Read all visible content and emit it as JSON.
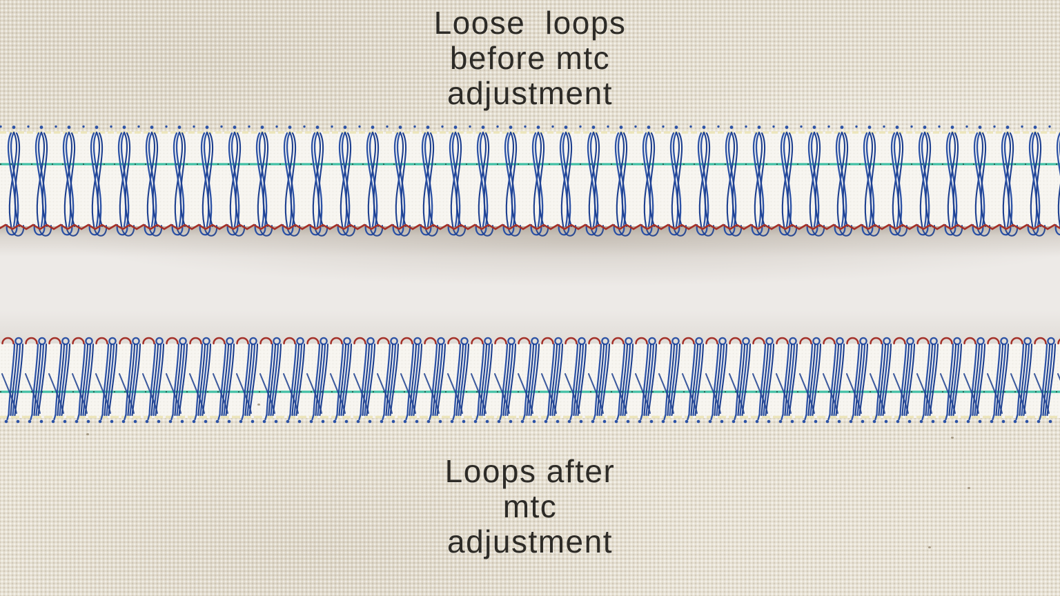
{
  "photo": {
    "description": "Close-up photograph of overlock (serger) stitching along two white fabric edges laid on cream woven muslin, comparing looper thread tension before and after mtc adjustment"
  },
  "captions": {
    "top": "Loose  loops\nbefore mtc\nadjustment",
    "bottom": "Loops after\nmtc\nadjustment"
  },
  "colors": {
    "fabric-cream": "#e7e1d3",
    "fabric-white": "#f7f5f0",
    "gap-surface": "#edeae7",
    "thread-blue": "#2b51a5",
    "thread-blue-dark": "#1d3f8f",
    "thread-teal": "#41c0a5",
    "thread-teal-dark": "#1e4b40",
    "thread-red": "#a43028",
    "thread-yellow": "#ece5bb",
    "caption-text": "#2d2b27"
  }
}
